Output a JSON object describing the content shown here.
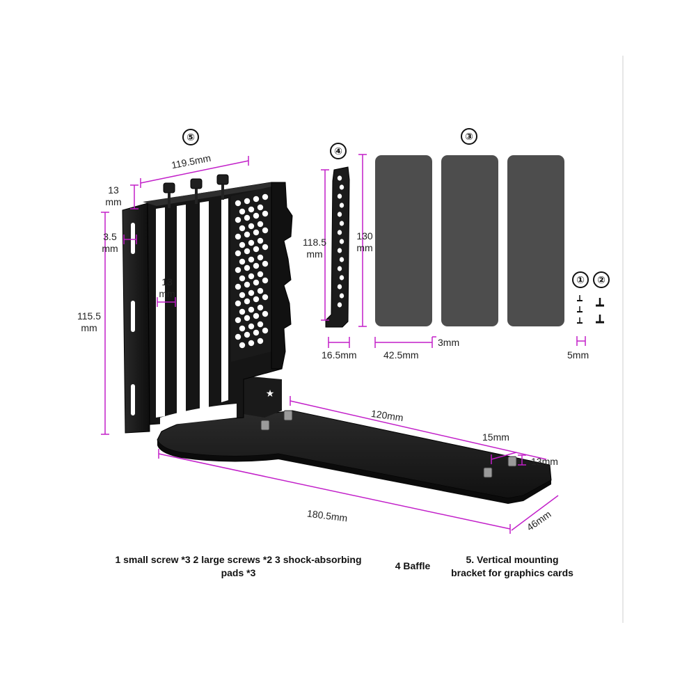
{
  "parts": {
    "p5": "⑤",
    "p4": "④",
    "p3": "③",
    "p1": "①",
    "p2": "②"
  },
  "dimensions": {
    "bracket_width": "119.5mm",
    "top_height_val": "13",
    "top_height_unit": "mm",
    "slot_width_val": "3.5",
    "slot_width_unit": "mm",
    "slot_gap_val": "13",
    "slot_gap_unit": "mm",
    "bracket_height_val": "115.5",
    "bracket_height_unit": "mm",
    "baffle_height_val": "118.5",
    "baffle_height_unit": "mm",
    "pad_height_val": "130",
    "pad_height_unit": "mm",
    "baffle_width": "16.5mm",
    "pad_width": "42.5mm",
    "pad_thickness": "3mm",
    "screw_size": "5mm",
    "base_length": "120mm",
    "hole_offset": "15mm",
    "hole_spacing": "13mm",
    "total_length": "180.5mm",
    "base_width": "46mm"
  },
  "captions": {
    "c1_line1": "1 small screw *3 2 large screws *2 3 shock-absorbing",
    "c1_line2": "pads *3",
    "c2": "4 Baffle",
    "c3_line1": "5. Vertical mounting",
    "c3_line2": "bracket for graphics cards"
  },
  "colors": {
    "dimension_lines": "#c21fc9",
    "metal": "#1b1b1b",
    "pad": "#4d4d4d"
  }
}
